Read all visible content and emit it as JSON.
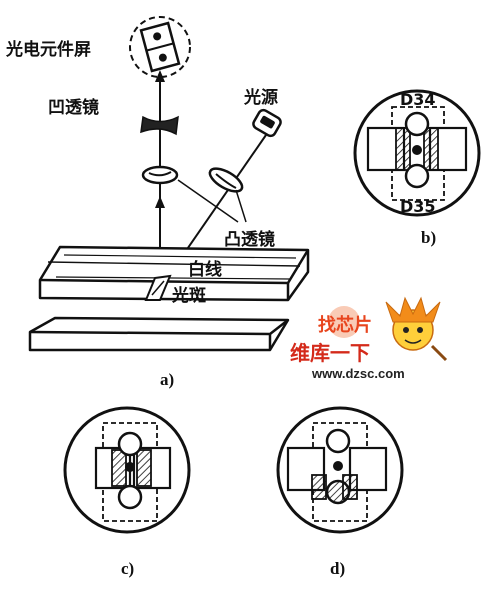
{
  "labels": {
    "photo_screen": "光电元件屏",
    "concave_lens": "凹透镜",
    "light_source": "光源",
    "convex_lens": "凸透镜",
    "white_line": "白线",
    "light_spot": "光斑",
    "sensor_top": "D34",
    "sensor_bottom": "D35"
  },
  "captions": {
    "a": "a)",
    "b": "b)",
    "c": "c)",
    "d": "d)"
  },
  "watermark": {
    "logo_text": "找芯片",
    "slogan": "维库一下",
    "url": "www.dzsc.com"
  },
  "colors": {
    "ink": "#111111",
    "watermark_orange": "#e8451e",
    "watermark_red": "#d42a1a"
  }
}
